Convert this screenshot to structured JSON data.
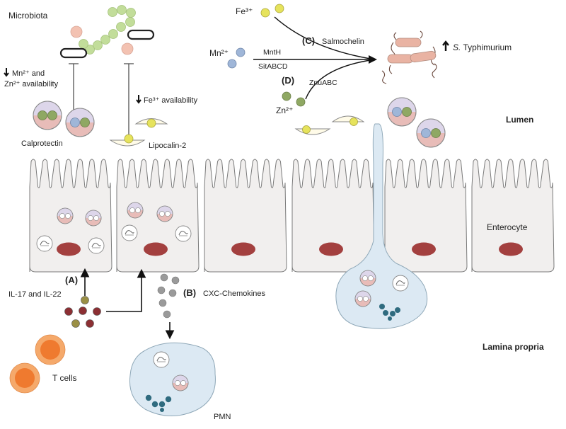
{
  "labels": {
    "microbiota": "Microbiota",
    "mn_zn_availability_line1": "Mn²⁺ and",
    "mn_zn_availability_line2": "Zn²⁺ availability",
    "fe_availability": "Fe³⁺ availability",
    "calprotectin": "Calprotectin",
    "lipocalin2": "Lipocalin-2",
    "fe3": "Fe³⁺",
    "mn2": "Mn²⁺",
    "zn2": "Zn²⁺",
    "mnth": "MntH",
    "sitabcd": "SitABCD",
    "znuabc": "ZnuABC",
    "c_marker": "(C)",
    "salmochelin": "Salmochelin",
    "d_marker": "(D)",
    "typhimurium_species": "S.",
    "typhimurium_name": " Typhimurium",
    "lumen": "Lumen",
    "enterocyte": "Enterocyte",
    "a_marker": "(A)",
    "il17_il22": "IL-17 and IL-22",
    "b_marker": "(B)",
    "cxc_chemokines": "CXC-Chemokines",
    "lamina_propria": "Lamina propria",
    "t_cells": "T cells",
    "pmn": "PMN"
  },
  "colors": {
    "cell_fill": "#f1efee",
    "cell_stroke": "#7a7a7a",
    "nucleus": "#a3403f",
    "iron": "#e6e35c",
    "manganese": "#9fb6d8",
    "zinc": "#8fa863",
    "bacterium": "#e9b3a3",
    "bead_chain": "#c2dd9a",
    "cytokine_red": "#8c2f33",
    "cytokine_olive": "#9a8f45",
    "chemokine_gray": "#9a9a9a",
    "tcell_outer": "#f5a96b",
    "tcell_inner": "#ef7a2f",
    "pmn_fill": "#dce9f3",
    "calprotectin_top": "#ddd6ea",
    "calprotectin_bottom": "#e8bcb8",
    "granule": "#2f6b7f"
  }
}
